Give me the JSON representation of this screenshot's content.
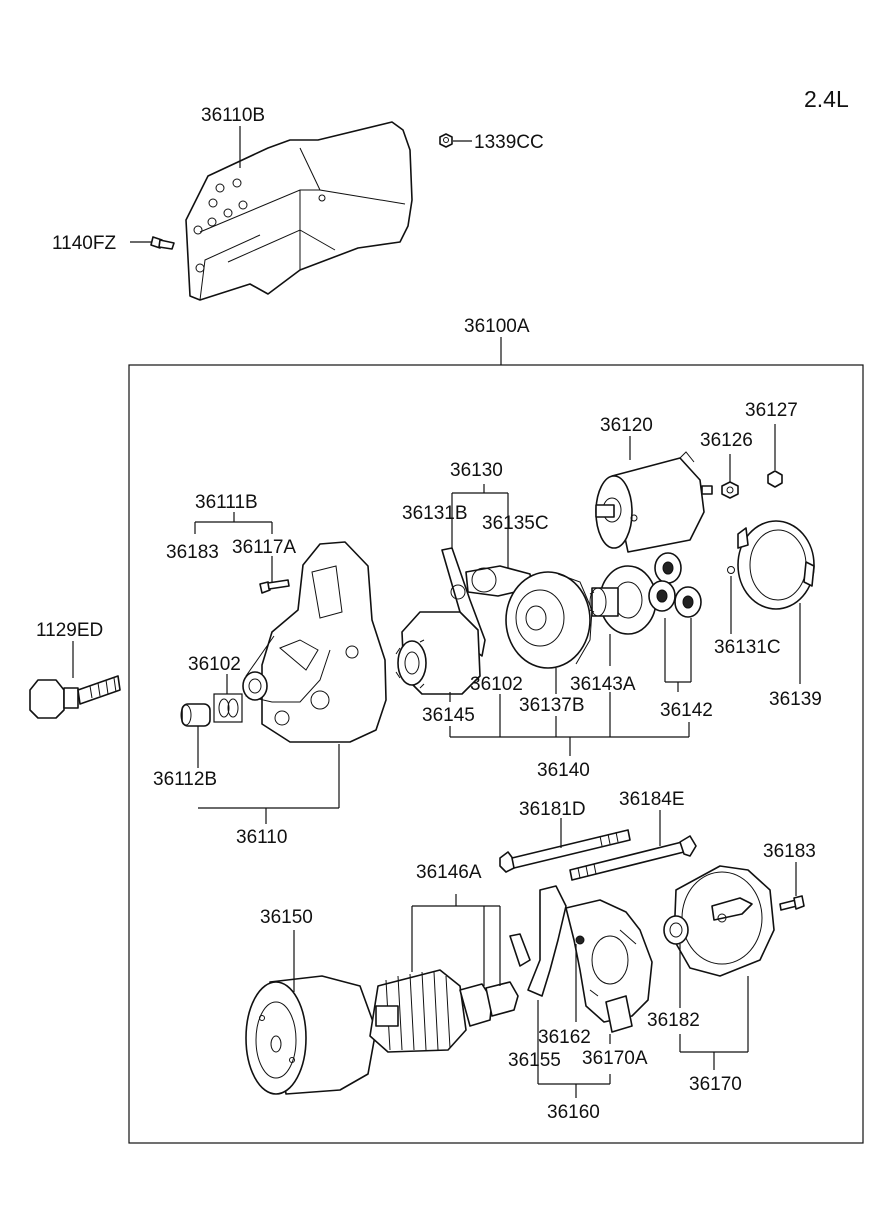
{
  "engine": "2.4L",
  "labels": {
    "p36110B": "36110B",
    "p1339CC": "1339CC",
    "p1140FZ": "1140FZ",
    "p36100A": "36100A",
    "p36120": "36120",
    "p36127": "36127",
    "p36126": "36126",
    "p36130": "36130",
    "p36131B": "36131B",
    "p36135C": "36135C",
    "p36111B": "36111B",
    "p36183a": "36183",
    "p36117A": "36117A",
    "p1129ED": "1129ED",
    "p36102a": "36102",
    "p36131C": "36131C",
    "p36102b": "36102",
    "p36143A": "36143A",
    "p36145": "36145",
    "p36137B": "36137B",
    "p36142": "36142",
    "p36139": "36139",
    "p36112B": "36112B",
    "p36140": "36140",
    "p36110": "36110",
    "p36181D": "36181D",
    "p36184E": "36184E",
    "p36183b": "36183",
    "p36146A": "36146A",
    "p36150": "36150",
    "p36162": "36162",
    "p36182": "36182",
    "p36155": "36155",
    "p36170A": "36170A",
    "p36170": "36170",
    "p36160": "36160"
  }
}
